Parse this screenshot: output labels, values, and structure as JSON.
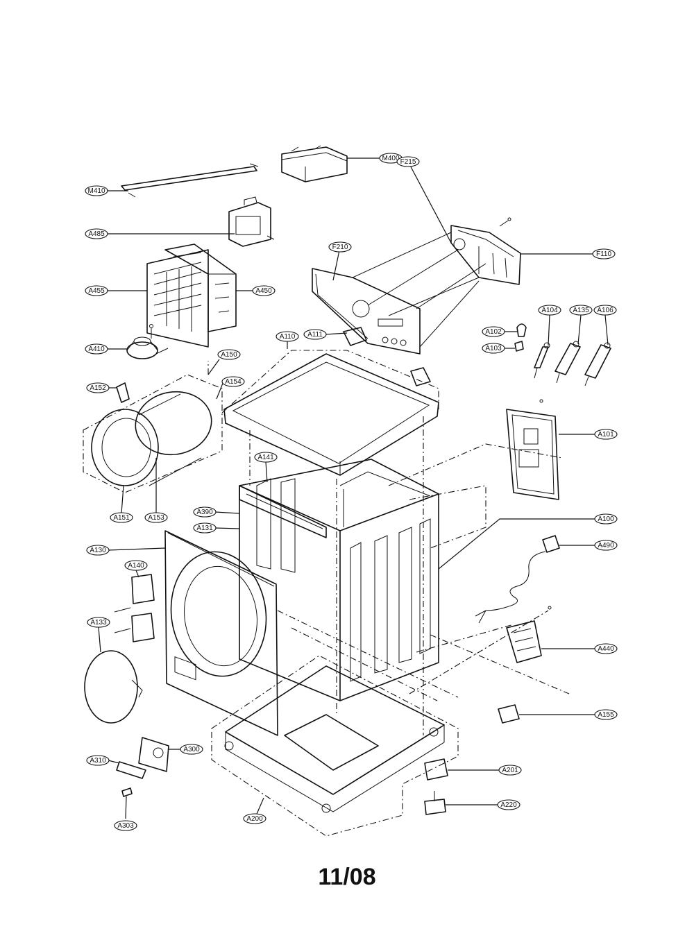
{
  "footer": {
    "text": "11/08"
  },
  "callouts": [
    {
      "id": "M410",
      "label": "M410"
    },
    {
      "id": "M400",
      "label": "M400"
    },
    {
      "id": "F215",
      "label": "F215"
    },
    {
      "id": "A485",
      "label": "A485"
    },
    {
      "id": "F210",
      "label": "F210"
    },
    {
      "id": "F110",
      "label": "F110"
    },
    {
      "id": "A455",
      "label": "A455"
    },
    {
      "id": "A450",
      "label": "A450"
    },
    {
      "id": "A104",
      "label": "A104"
    },
    {
      "id": "A135",
      "label": "A135"
    },
    {
      "id": "A106",
      "label": "A106"
    },
    {
      "id": "A110",
      "label": "A110"
    },
    {
      "id": "A111",
      "label": "A111"
    },
    {
      "id": "A102",
      "label": "A102"
    },
    {
      "id": "A103",
      "label": "A103"
    },
    {
      "id": "A410",
      "label": "A410"
    },
    {
      "id": "A150",
      "label": "A150"
    },
    {
      "id": "A154",
      "label": "A154"
    },
    {
      "id": "A152",
      "label": "A152"
    },
    {
      "id": "A101",
      "label": "A101"
    },
    {
      "id": "A141",
      "label": "A141"
    },
    {
      "id": "A151",
      "label": "A151"
    },
    {
      "id": "A153",
      "label": "A153"
    },
    {
      "id": "A390",
      "label": "A390"
    },
    {
      "id": "A131",
      "label": "A131"
    },
    {
      "id": "A100",
      "label": "A100"
    },
    {
      "id": "A130",
      "label": "A130"
    },
    {
      "id": "A490",
      "label": "A490"
    },
    {
      "id": "A140",
      "label": "A140"
    },
    {
      "id": "A133",
      "label": "A133"
    },
    {
      "id": "A440",
      "label": "A440"
    },
    {
      "id": "A155",
      "label": "A155"
    },
    {
      "id": "A300",
      "label": "A300"
    },
    {
      "id": "A310",
      "label": "A310"
    },
    {
      "id": "A201",
      "label": "A201"
    },
    {
      "id": "A220",
      "label": "A220"
    },
    {
      "id": "A303",
      "label": "A303"
    },
    {
      "id": "A200",
      "label": "A200"
    }
  ]
}
